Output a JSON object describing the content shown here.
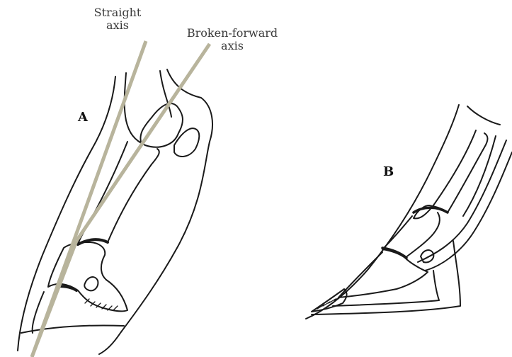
{
  "labels": {
    "straight_axis": [
      "Straight",
      "axis"
    ],
    "broken_axis": [
      "Broken-forward",
      "axis"
    ],
    "panel_a": "A",
    "panel_b": "B"
  },
  "colors": {
    "axis_line": "#b8b49c",
    "outline": "#1a1a1a"
  }
}
